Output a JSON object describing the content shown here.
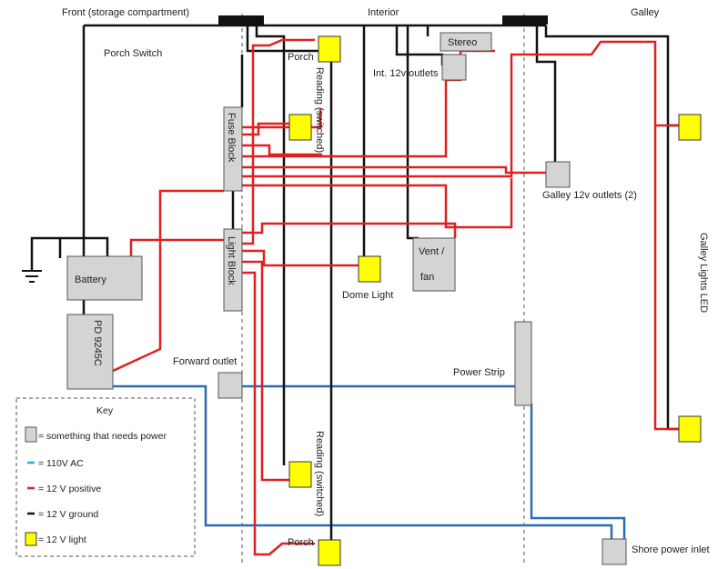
{
  "sections": {
    "front": "Front (storage compartment)",
    "interior": "Interior",
    "galley": "Galley"
  },
  "components": {
    "porch_switch": "Porch Switch",
    "porch_top": "Porch",
    "porch_bottom": "Porch",
    "reading_top": "Reading (switched)",
    "reading_bottom": "Reading (switched)",
    "stereo": "Stereo",
    "int_outlets": "Int. 12v outlets",
    "fuse_block": "Fuse Block",
    "light_block": "Light Block",
    "battery": "Battery",
    "converter": "PD 9245C",
    "dome_light": "Dome Light",
    "vent_line1": "Vent /",
    "vent_line2": "fan",
    "galley_outlets": "Galley 12v outlets (2)",
    "galley_lights": "Galley Lights LED",
    "forward_outlet": "Forward outlet",
    "power_strip": "Power Strip",
    "shore_inlet": "Shore power inlet"
  },
  "key": {
    "title": "Key",
    "items": [
      {
        "symbol": "box",
        "label": "= something that needs power"
      },
      {
        "symbol": "line",
        "label": "= 110V AC",
        "color": "#29a8e0"
      },
      {
        "symbol": "line",
        "label": "= 12 V positive",
        "color": "#e02020"
      },
      {
        "symbol": "line",
        "label": "= 12 V ground",
        "color": "#111111"
      },
      {
        "symbol": "light",
        "label": "= 12 V light"
      }
    ]
  },
  "colors": {
    "positive": "#e02020",
    "ground": "#111111",
    "ac": "#2a6db3",
    "device_fill": "#d4d4d4",
    "light_fill": "#ffff00"
  }
}
